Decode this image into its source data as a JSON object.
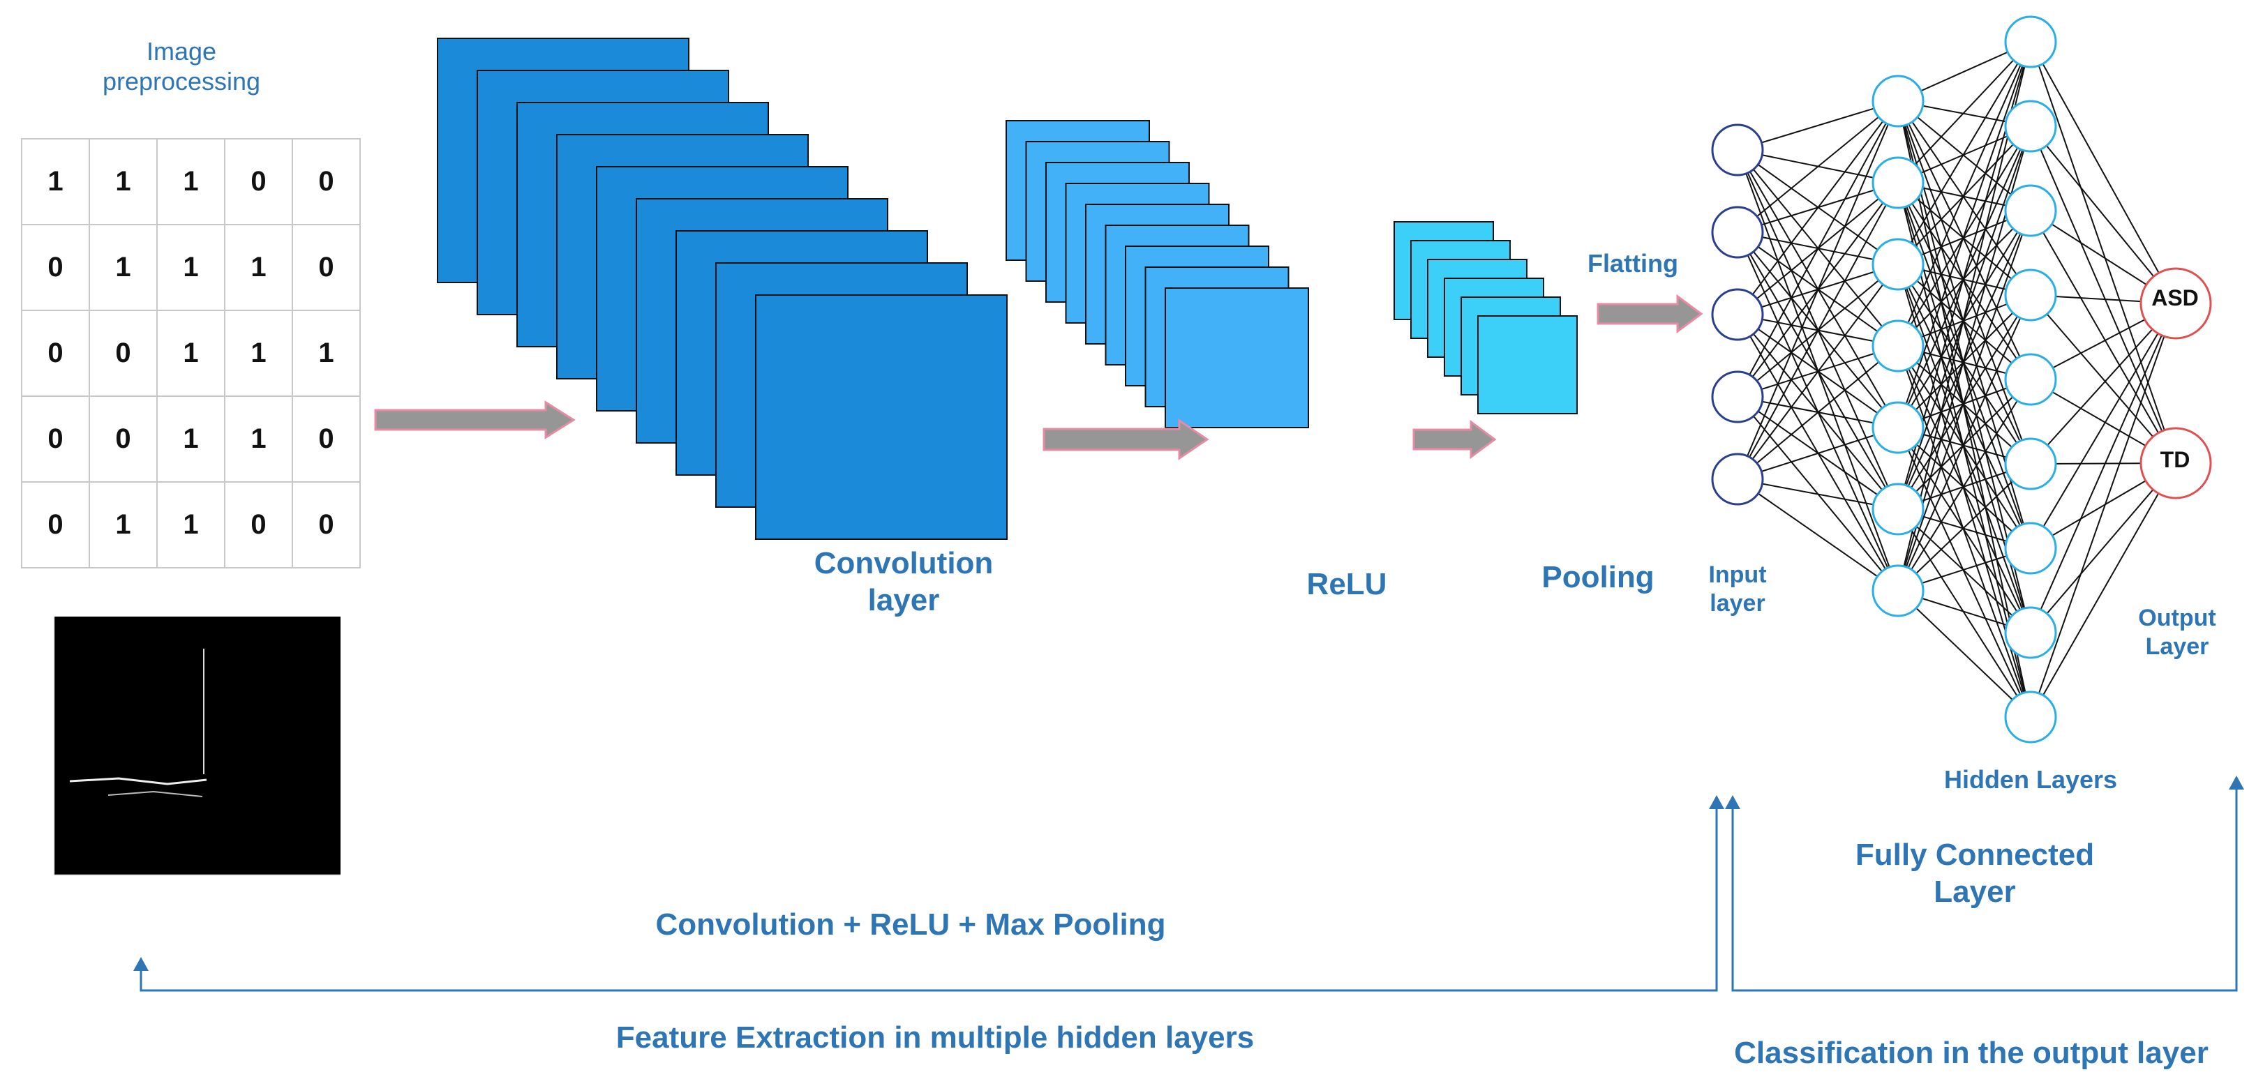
{
  "labels": {
    "image_preprocessing": "Image\npreprocessing",
    "convolution_layer": "Convolution\nlayer",
    "relu": "ReLU",
    "pooling": "Pooling",
    "flatting": "Flatting",
    "input_layer": "Input\nlayer",
    "output_layer": "Output\nLayer",
    "hidden_layers": "Hidden Layers",
    "fully_connected": "Fully Connected\nLayer",
    "conv_relu_pool": "Convolution + ReLU + Max Pooling",
    "feature_extraction": "Feature Extraction in multiple hidden layers",
    "classification": "Classification in the output layer"
  },
  "matrix": [
    [
      "1",
      "1",
      "1",
      "0",
      "0"
    ],
    [
      "0",
      "1",
      "1",
      "1",
      "0"
    ],
    [
      "0",
      "0",
      "1",
      "1",
      "1"
    ],
    [
      "0",
      "0",
      "1",
      "1",
      "0"
    ],
    [
      "0",
      "1",
      "1",
      "0",
      "0"
    ]
  ],
  "outputs": [
    "ASD",
    "TD"
  ],
  "network": {
    "input_nodes": 5,
    "hidden1_nodes": 7,
    "hidden2_nodes": 9,
    "output_nodes": 2
  },
  "colors": {
    "conv": "#1b8ad8",
    "relu": "#42b1f7",
    "pool": "#3ccff7",
    "label": "#2e75b6",
    "arrow_fill": "#969696",
    "arrow_edge": "#e58ca4",
    "input_node": "#2b3f8f",
    "hidden_node": "#2aaee6",
    "output_node": "#e05050",
    "flow_line": "#2e75b6"
  }
}
